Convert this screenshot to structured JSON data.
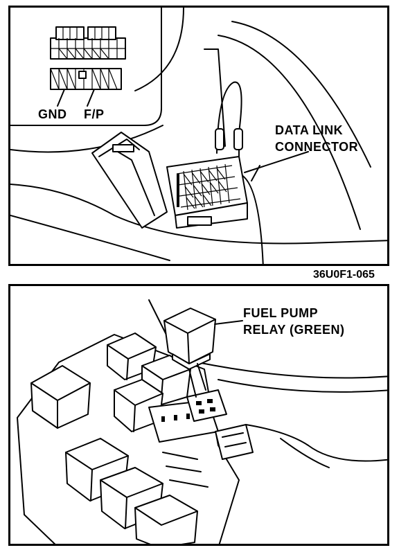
{
  "top_panel": {
    "pin_gnd_label": "GND",
    "pin_fp_label": "F/P",
    "connector_label_line1": "DATA LINK",
    "connector_label_line2": "CONNECTOR"
  },
  "figure_code": "36U0F1-065",
  "bottom_panel": {
    "relay_label_line1": "FUEL PUMP",
    "relay_label_line2": "RELAY (GREEN)"
  }
}
